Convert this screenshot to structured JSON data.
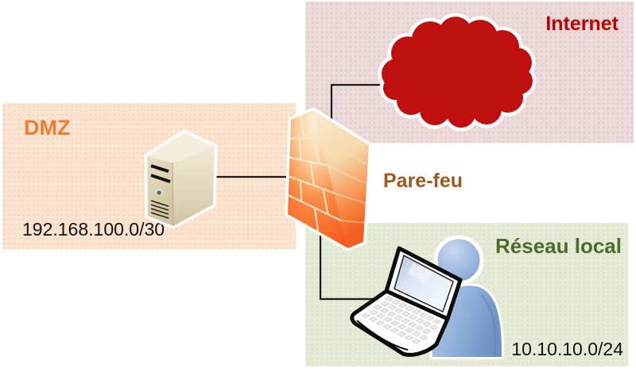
{
  "diagram_type": "network-topology",
  "zones": {
    "dmz": {
      "label": "DMZ",
      "subnet": "192.168.100.0/30",
      "label_color": "#ed7d31",
      "background": "#fbe3d0"
    },
    "internet": {
      "label": "Internet",
      "label_color": "#c00000",
      "background": "#ecd9d9",
      "cloud_color": "#bf1010"
    },
    "local_network": {
      "label": "Réseau local",
      "subnet": "10.10.10.0/24",
      "label_color": "#4e6b2f",
      "background": "#e6ebd8"
    }
  },
  "firewall": {
    "label": "Pare-feu",
    "label_color": "#9c5a1e",
    "brick_color": "#f8692a"
  },
  "icons": [
    {
      "name": "server-tower-icon",
      "zone": "dmz"
    },
    {
      "name": "internet-cloud-icon",
      "zone": "internet"
    },
    {
      "name": "firewall-brick-wall-icon",
      "zone": "center"
    },
    {
      "name": "user-laptop-icon",
      "zone": "local_network"
    }
  ],
  "connections": [
    {
      "from": "server",
      "to": "firewall"
    },
    {
      "from": "firewall",
      "to": "internet-cloud"
    },
    {
      "from": "firewall",
      "to": "user-laptop"
    }
  ]
}
